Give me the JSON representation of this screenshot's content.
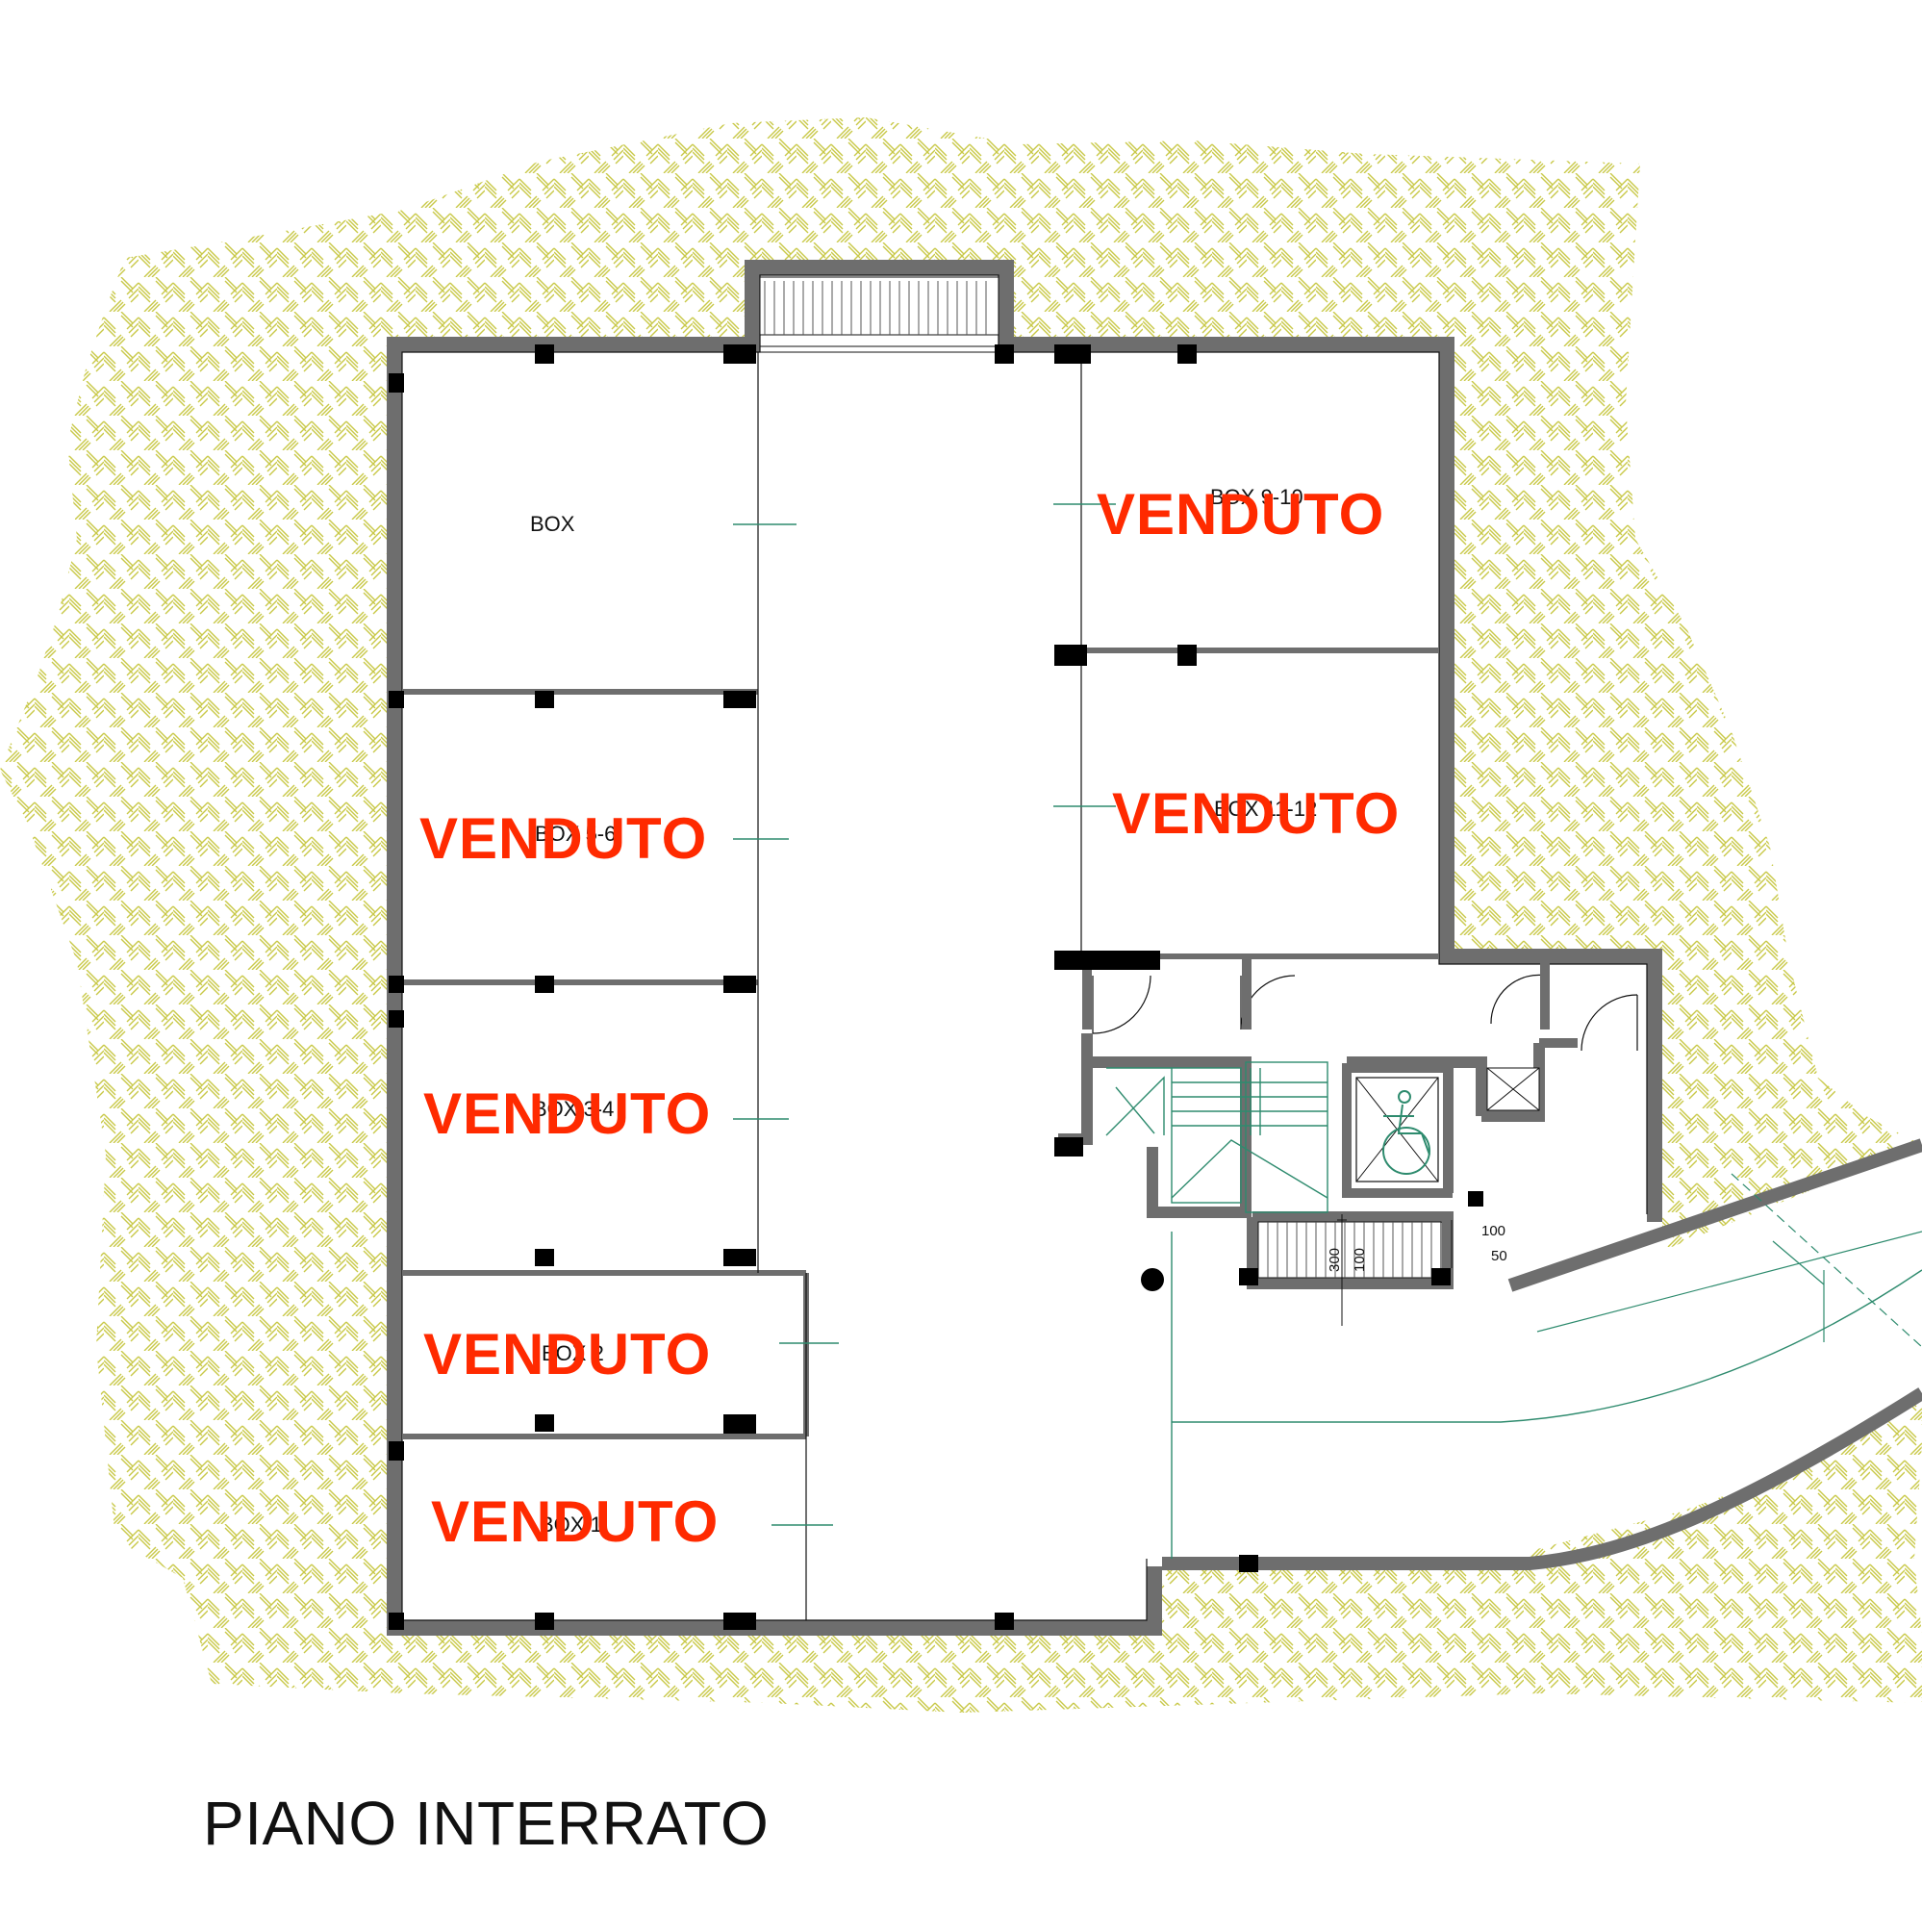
{
  "title": "PIANO INTERRATO",
  "boxes": {
    "box": "BOX",
    "box_9_10": "BOX 9-10",
    "box_11_12": "BOX 11-12",
    "box_5_6": "BOX 5-6",
    "box_3_4": "BOX 3-4",
    "box_2": "BOX 2",
    "box_1": "BOX 1"
  },
  "sold_label": "VENDUTO",
  "dimensions": {
    "d300": "300",
    "d100a": "100",
    "d100b": "100",
    "d50": "50"
  },
  "colors": {
    "terrain_hatch": "#c9c94a",
    "wall": "#6e6e6e",
    "pillar": "#000000",
    "green_lines": "#2e8b6e",
    "sold_text": "#ff2a00"
  }
}
